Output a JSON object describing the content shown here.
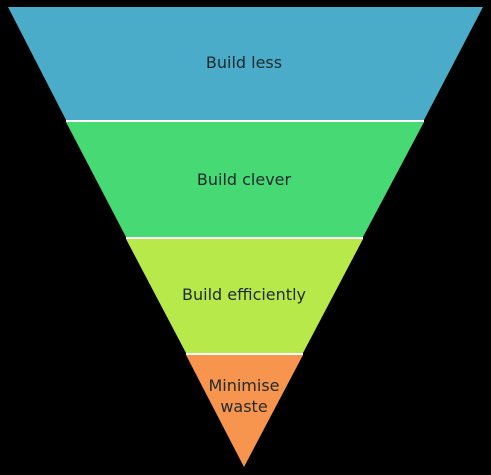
{
  "diagram": {
    "tiers": [
      {
        "label": "Build less",
        "color": "#4AACC8"
      },
      {
        "label": "Build clever",
        "color": "#46D974"
      },
      {
        "label": "Build efficiently",
        "color": "#B7E94A"
      },
      {
        "label_lines": [
          "Minimise",
          "waste"
        ],
        "color": "#F7944D"
      }
    ],
    "separator_color": "#FFFFFF"
  }
}
